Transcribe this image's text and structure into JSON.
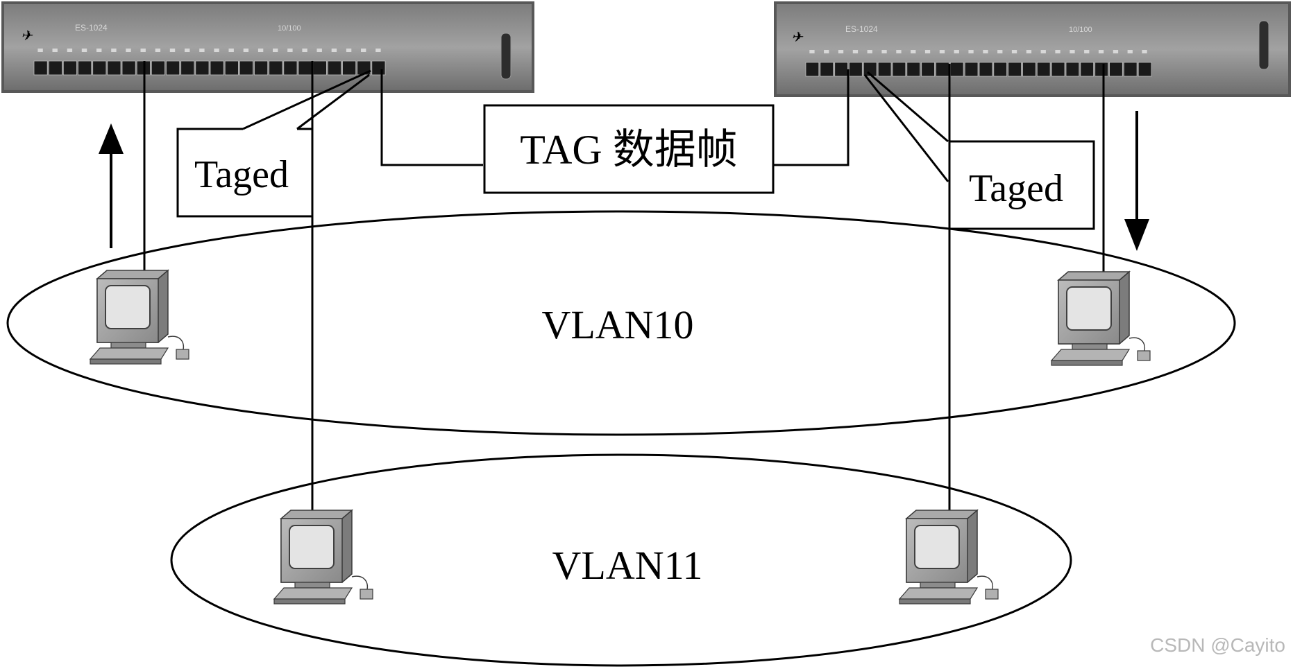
{
  "diagram": {
    "tag_frame_label": "TAG 数据帧",
    "tagged_label_left": "Taged",
    "tagged_label_right": "Taged",
    "vlan_upper_label": "VLAN10",
    "vlan_lower_label": "VLAN11",
    "watermark": "CSDN @Cayito",
    "switch_model": "ES-1024",
    "switch_speed": "10/100",
    "port_count": 24
  }
}
